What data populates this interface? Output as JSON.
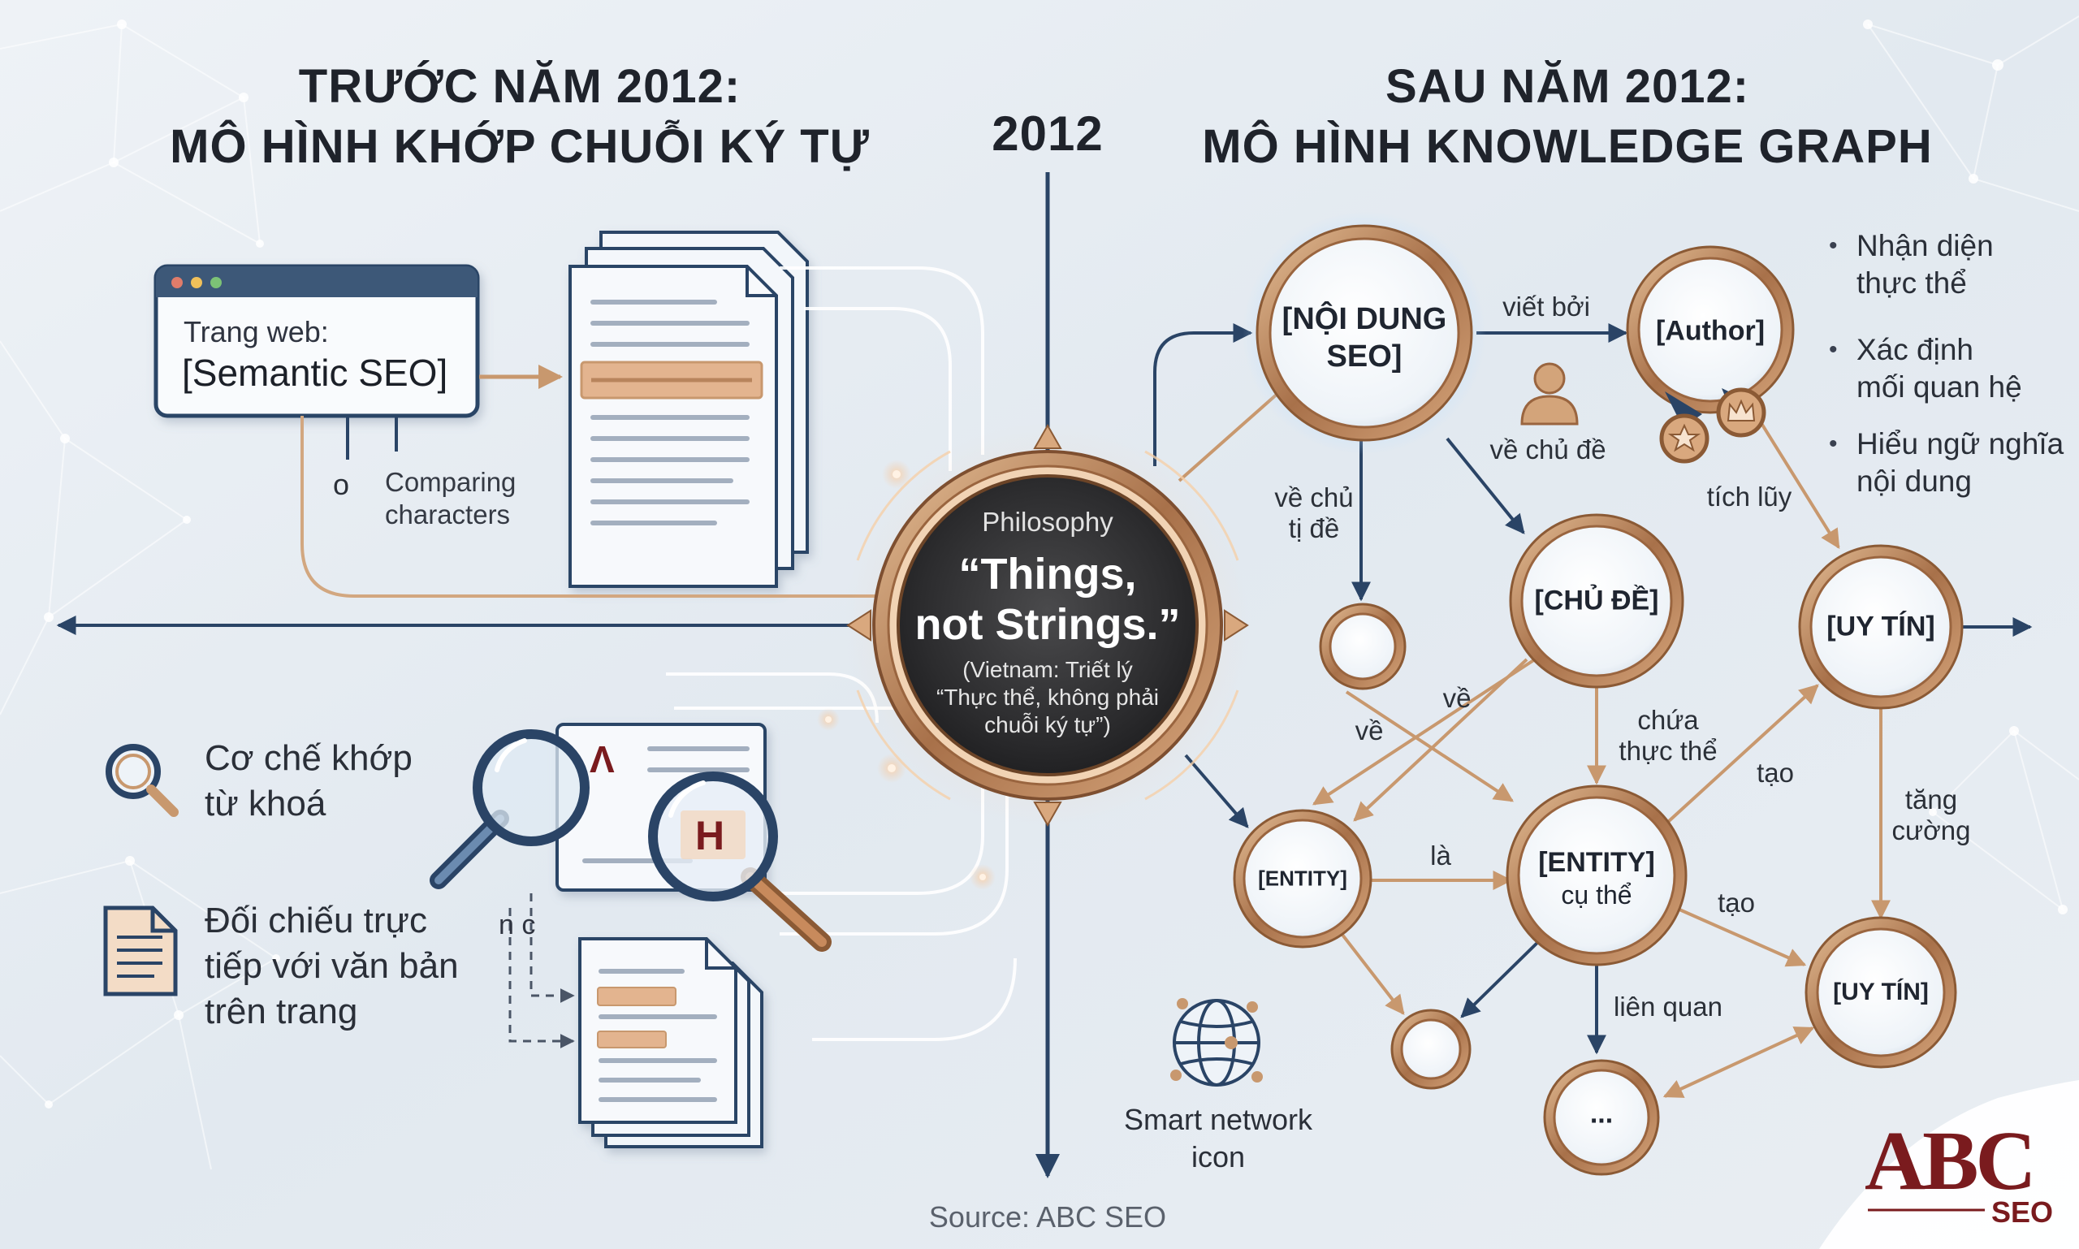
{
  "left_title": [
    "TRƯỚC NĂM 2012:",
    "MÔ HÌNH KHỚP CHUỖI KÝ TỰ"
  ],
  "right_title": [
    "SAU NĂM 2012:",
    "MÔ HÌNH KNOWLEDGE GRAPH"
  ],
  "center_year": "2012",
  "browser": {
    "label": "Trang web:",
    "value": "[Semantic SEO]"
  },
  "comparing": {
    "mark": "o",
    "text": [
      "Comparing",
      "characters"
    ]
  },
  "left_features": [
    {
      "icon": "magnifier-icon",
      "lines": [
        "Cơ chế khớp",
        "từ khoá"
      ]
    },
    {
      "icon": "document-icon",
      "lines": [
        "Đối chiếu trực",
        "tiếp với văn bản",
        "trên trang"
      ]
    }
  ],
  "magnifier_letters": [
    "Λ",
    "H"
  ],
  "dashed_marks": "n c",
  "center_circle": {
    "caption": "Philosophy",
    "quote": [
      "“Things,",
      "not Strings.”"
    ],
    "note": [
      "(Vietnam: Triết lý",
      "“Thực thể, không phải",
      "chuỗi ký tự”)"
    ]
  },
  "graph": {
    "nodes": {
      "noi_dung": [
        "[NỘI DUNG",
        "SEO]"
      ],
      "author": "[Author]",
      "chu_de": "[CHỦ ĐỀ]",
      "uy_tin_1": "[UY TÍN]",
      "entity": "[ENTITY]",
      "entity_cu_the": [
        "[ENTITY]",
        "cụ thể"
      ],
      "uy_tin_2": "[UY TÍN]",
      "ellipsis": "..."
    },
    "edge_labels": {
      "viet_boi": "viết bởi",
      "ve_chu_de_1": "về chủ đề",
      "ve_chu_de_2": [
        "về chủ",
        "tị đề"
      ],
      "tich_luy": "tích lũy",
      "ve_a": "về",
      "ve_b": "về",
      "chua_thuc_the": [
        "chứa",
        "thực thể"
      ],
      "tao_1": "tạo",
      "tang_cuong": [
        "tăng",
        "cường"
      ],
      "la": "là",
      "tao_2": "tạo",
      "lien_quan": "liên quan"
    }
  },
  "bullets": [
    [
      "Nhận diện",
      "thực thể"
    ],
    [
      "Xác định",
      "mối quan hệ"
    ],
    [
      "Hiểu ngữ nghĩa",
      "nội dung"
    ]
  ],
  "network_icon_label": [
    "Smart network",
    "icon"
  ],
  "source": "Source: ABC SEO",
  "logo": {
    "main": "ABC",
    "sub": "SEO"
  },
  "colors": {
    "navy": "#2a4466",
    "tan": "#c8986e",
    "copper": "#b87e55",
    "highlight": "#e3b48f",
    "logo_red": "#7a1b1e"
  }
}
